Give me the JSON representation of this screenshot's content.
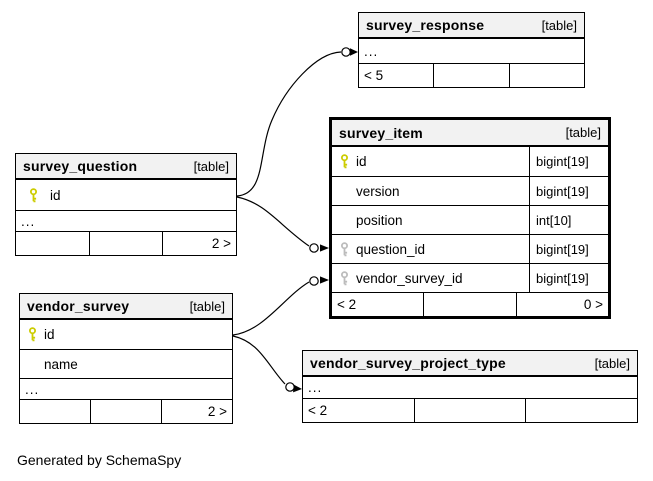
{
  "caption": "Generated by SchemaSpy",
  "colors": {
    "primary_key": "#cccc00",
    "foreign_key": "#bcbcbc",
    "header_bg": "#f2f2f2",
    "border": "#000000"
  },
  "tables": [
    {
      "name": "survey_response",
      "tag": "[table]",
      "show_types": false,
      "columns": [
        {
          "ellipsis": true,
          "label": "..."
        }
      ],
      "footer": [
        "< 5",
        "",
        ""
      ]
    },
    {
      "name": "survey_item",
      "tag": "[table]",
      "show_types": true,
      "emphasized": true,
      "columns": [
        {
          "name": "id",
          "key": "pk",
          "type": "bigint[19]"
        },
        {
          "name": "version",
          "key": null,
          "type": "bigint[19]"
        },
        {
          "name": "position",
          "key": null,
          "type": "int[10]"
        },
        {
          "name": "question_id",
          "key": "fk",
          "type": "bigint[19]"
        },
        {
          "name": "vendor_survey_id",
          "key": "fk",
          "type": "bigint[19]"
        }
      ],
      "footer": [
        "< 2",
        "",
        "0 >"
      ]
    },
    {
      "name": "survey_question",
      "tag": "[table]",
      "show_types": false,
      "columns": [
        {
          "name": "id",
          "key": "pk"
        },
        {
          "ellipsis": true,
          "label": "..."
        }
      ],
      "footer": [
        "",
        "",
        "2 >"
      ]
    },
    {
      "name": "vendor_survey",
      "tag": "[table]",
      "show_types": false,
      "columns": [
        {
          "name": "id",
          "key": "pk"
        },
        {
          "name": "name",
          "key": null
        },
        {
          "ellipsis": true,
          "label": "..."
        }
      ],
      "footer": [
        "",
        "",
        "2 >"
      ]
    },
    {
      "name": "vendor_survey_project_type",
      "tag": "[table]",
      "show_types": false,
      "columns": [
        {
          "ellipsis": true,
          "label": "..."
        }
      ],
      "footer": [
        "< 2",
        "",
        ""
      ]
    }
  ],
  "relationships": [
    {
      "from": "survey_question.id",
      "to": "survey_response"
    },
    {
      "from": "survey_question.id",
      "to": "survey_item.question_id"
    },
    {
      "from": "vendor_survey.id",
      "to": "survey_item.vendor_survey_id"
    },
    {
      "from": "vendor_survey.id",
      "to": "vendor_survey_project_type"
    }
  ]
}
